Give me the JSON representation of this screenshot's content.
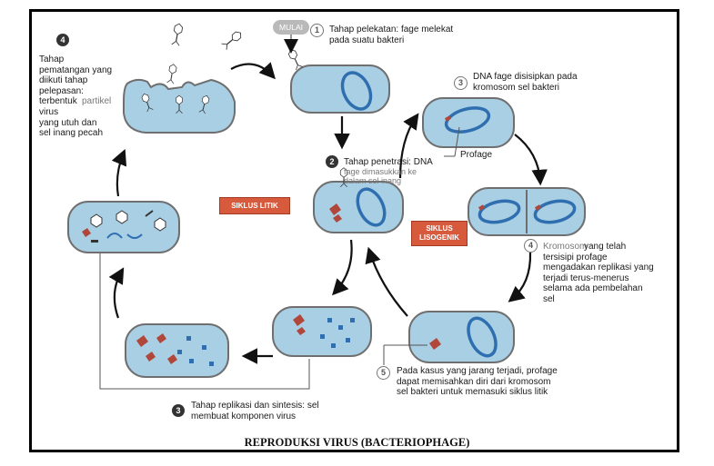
{
  "caption": "REPRODUKSI VIRUS (BACTERIOPHAGE)",
  "start_label": "MULAI",
  "cycle_tags": {
    "lytic": "SIKLUS LITIK",
    "lysogenic": "SIKLUS\nLISOGENIK"
  },
  "steps": [
    {
      "number": "1",
      "text": "Tahap pelekatan: fage melekat\npada suatu bakteri"
    },
    {
      "number": "2",
      "text": "Tahap penetrasi: DNA",
      "text_gray": "fage dimasukkan ke\ndalam sel inang"
    },
    {
      "number": "3",
      "text": "Tahap replikasi dan sintesis: sel\nmembuat komponen virus"
    },
    {
      "number": "4",
      "text": "Tahap\npematangan yang\ndiikuti tahap\npelepasan:\nterbentuk",
      "text_gray": "partikel",
      "text_after": "virus\nyang utuh dan\nsel inang pecah"
    }
  ],
  "lysogenic_steps": [
    {
      "number": "3",
      "text": "DNA fage disisipkan pada\nkromosom sel bakteri"
    },
    {
      "number": "4",
      "text_gray": "Kromosom",
      "text": "yang telah\ntersisipi profage\nmengadakan replikasi yang\nterjadi terus-menerus\nselama ada pembelahan\nsel"
    },
    {
      "number": "5",
      "text": "Pada kasus yang jarang terjadi, profage\ndapat memisahkan diri dari kromosom\nsel bakteri untuk memasuki siklus litik"
    }
  ],
  "profage_label": "Profage",
  "colors": {
    "cell_fill": "#a9cfe4",
    "cell_stroke": "#6f6f6f",
    "dna": "#2f6fb0",
    "fragment": "#b0473a",
    "accent": "#d85a3c",
    "arrow": "#111111"
  }
}
